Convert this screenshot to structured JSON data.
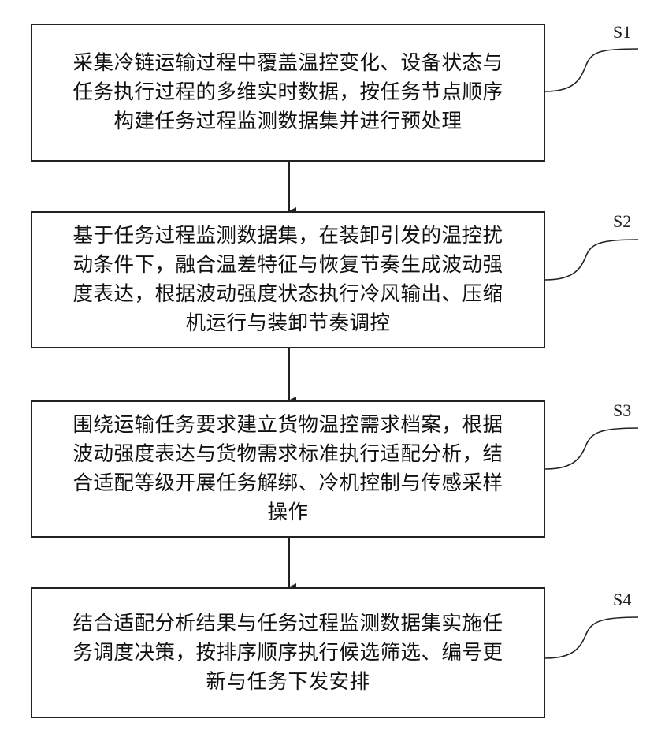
{
  "steps": [
    {
      "id": "S1",
      "text": "采集冷链运输过程中覆盖温控变化、设备状态与\n任务执行过程的多维实时数据，按任务节点顺序\n构建任务过程监测数据集并进行预处理"
    },
    {
      "id": "S2",
      "text": "基于任务过程监测数据集，在装卸引发的温控扰\n动条件下，融合温差特征与恢复节奏生成波动强\n度表达，根据波动强度状态执行冷风输出、压缩\n机运行与装卸节奏调控"
    },
    {
      "id": "S3",
      "text": "围绕运输任务要求建立货物温控需求档案，根据\n波动强度表达与货物需求标准执行适配分析，结\n合适配等级开展任务解绑、冷机控制与传感采样\n操作"
    },
    {
      "id": "S4",
      "text": "结合适配分析结果与任务过程监测数据集实施任\n务调度决策，按排序顺序执行候选筛选、编号更\n新与任务下发安排"
    }
  ]
}
